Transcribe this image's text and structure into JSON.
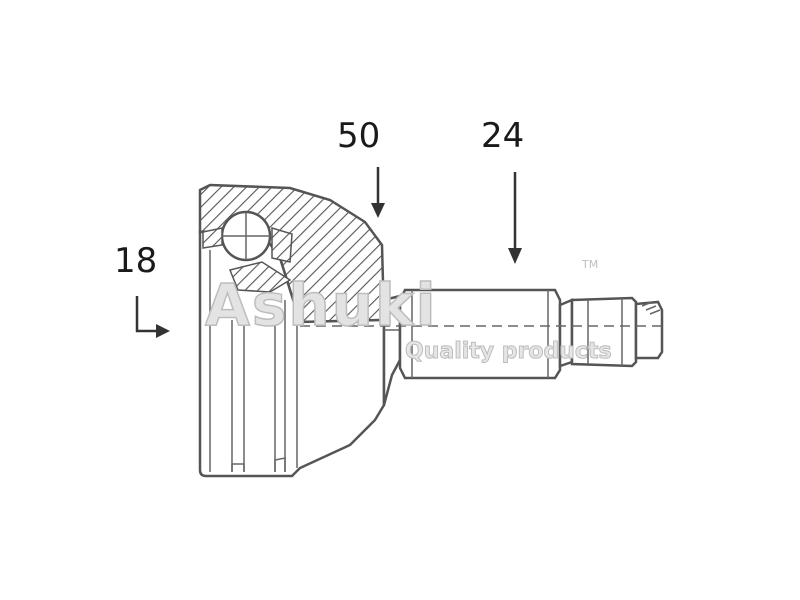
{
  "callouts": {
    "label_18": "18",
    "label_50": "50",
    "label_24": "24"
  },
  "watermark": {
    "brand": "Ashuki",
    "tagline": "Quality products",
    "trademark": "TM"
  },
  "colors": {
    "outline": "#555555",
    "label": "#1a1a1a",
    "watermark": "#e3e3e3"
  }
}
